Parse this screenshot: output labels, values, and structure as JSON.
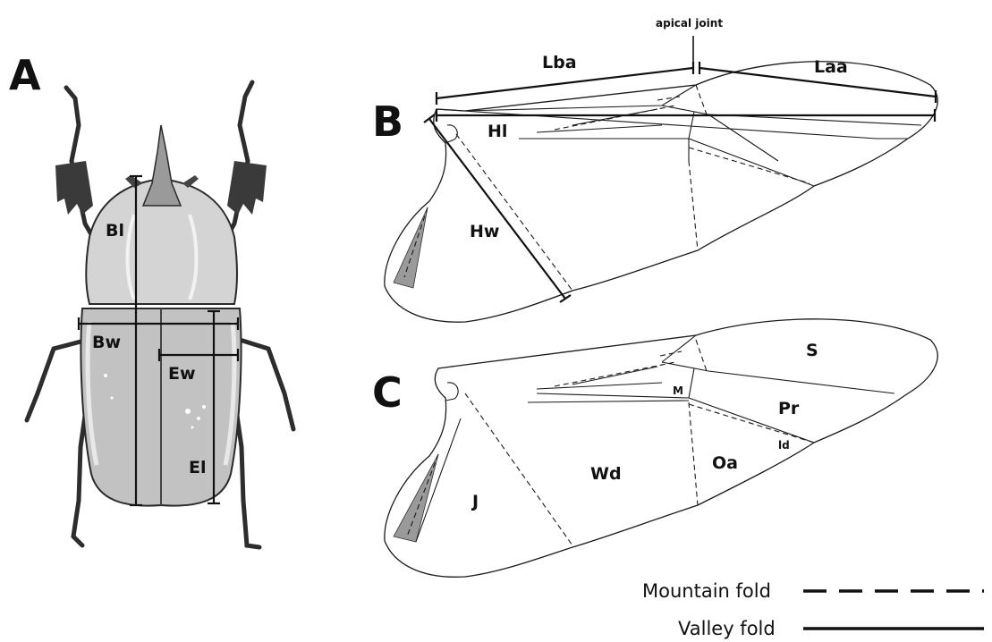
{
  "panels": {
    "a_letter": "A",
    "b_letter": "B",
    "c_letter": "C"
  },
  "beetle_labels": {
    "bl": "Bl",
    "bw": "Bw",
    "ew": "Ew",
    "el": "El"
  },
  "wing_b_labels": {
    "apical_joint": "apical joint",
    "lba": "Lba",
    "laa": "Laa",
    "hl": "Hl",
    "hw": "Hw"
  },
  "wing_c_labels": {
    "s": "S",
    "m": "M",
    "pr": "Pr",
    "ld": "ld",
    "oa": "Oa",
    "wd": "Wd",
    "j": "J"
  },
  "legend": {
    "mountain": "Mountain fold",
    "valley": "Valley fold"
  },
  "colors": {
    "line": "#1a1a1a",
    "shading": "#9a9a9a",
    "beetle_body": "#cfcfcf",
    "beetle_dark": "#3a3a3a"
  }
}
